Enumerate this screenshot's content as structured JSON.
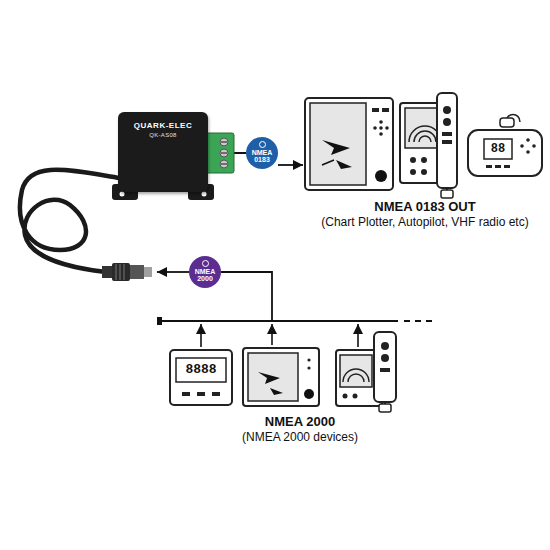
{
  "diagram": {
    "nodes": [
      {
        "text": [
          "QUARK-ELEC",
          "QK-AS08"
        ]
      },
      {
        "text": [
          "NMEA 0183"
        ]
      },
      {
        "text": [
          "NMEA 0183 OUT",
          "(Chart Plotter, Autopilot, VHF radio etc)"
        ]
      },
      {
        "text": [
          "NMEA 2000"
        ]
      },
      {
        "text": [
          "NMEA 2000",
          "(NMEA 2000 devices)"
        ]
      }
    ],
    "edges": [
      {
        "from": 0,
        "to": 1,
        "arrow": "none"
      },
      {
        "from": 1,
        "to": 2,
        "arrow": "to"
      },
      {
        "from": 4,
        "to": 3,
        "arrow": "none"
      }
    ],
    "labels": [
      "88",
      "8888"
    ]
  }
}
